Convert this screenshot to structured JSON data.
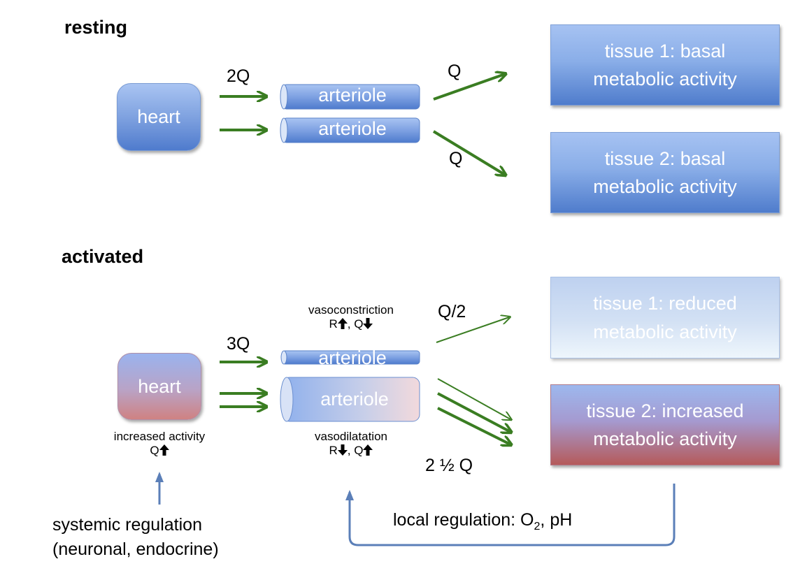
{
  "resting": {
    "title": "resting",
    "heart": "heart",
    "flow_in": "2Q",
    "arteriole_top": "arteriole",
    "arteriole_bottom": "arteriole",
    "flow_out_top": "Q",
    "flow_out_bottom": "Q",
    "tissue1_line1": "tissue 1: basal",
    "tissue1_line2": "metabolic activity",
    "tissue2_line1": "tissue 2: basal",
    "tissue2_line2": "metabolic activity"
  },
  "activated": {
    "title": "activated",
    "heart": "heart",
    "heart_note_line1": "increased activity",
    "heart_note_q": "Q",
    "flow_in": "3Q",
    "constriction_label": "vasoconstriction",
    "constriction_r": "R",
    "constriction_q": "Q",
    "arteriole_top": "arteriole",
    "arteriole_bottom": "arteriole",
    "dilatation_label": "vasodilatation",
    "dilatation_r": "R",
    "dilatation_q": "Q",
    "flow_out_top": "Q/2",
    "flow_out_bottom": "2 ½ Q",
    "tissue1_line1": "tissue 1: reduced",
    "tissue1_line2": "metabolic activity",
    "tissue2_line1": "tissue 2: increased",
    "tissue2_line2": "metabolic activity"
  },
  "systemic": {
    "line1": "systemic regulation",
    "line2": "(neuronal, endocrine)"
  },
  "local": {
    "prefix": "local regulation: O",
    "subscript": "2",
    "suffix": ", pH"
  },
  "colors": {
    "flow_arrow": "#3a7d22",
    "regulation_arrow": "#5b7fb8",
    "tissue_blue": "#5a85d0",
    "tissue_red": "#b55a5a"
  }
}
